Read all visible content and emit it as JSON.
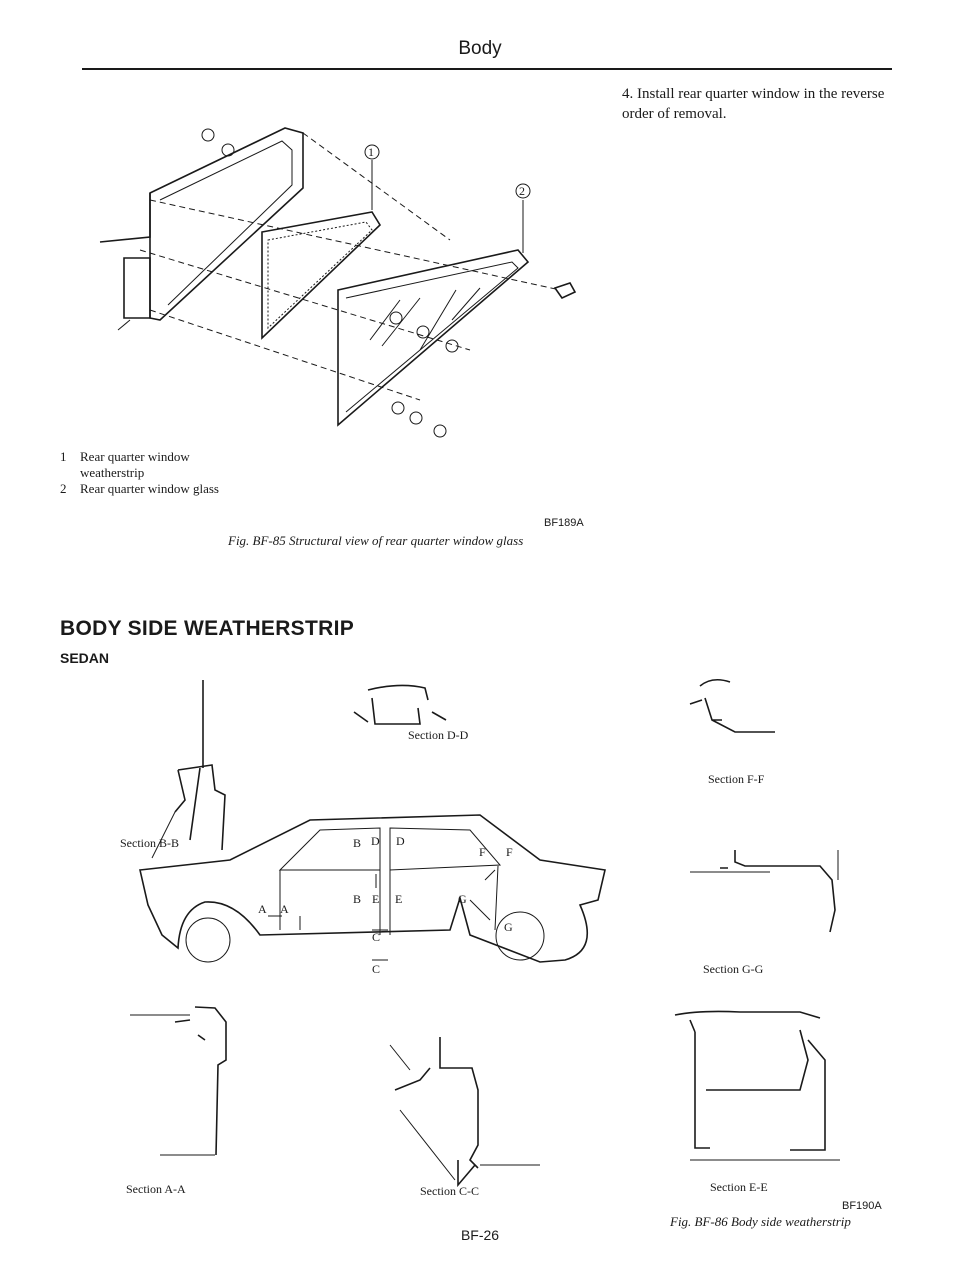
{
  "header": {
    "title": "Body"
  },
  "step": {
    "number": "4.",
    "text": "Install rear quarter window in the reverse order of removal."
  },
  "figure1": {
    "callouts": [
      "1",
      "2"
    ],
    "legend": [
      {
        "num": "1",
        "text": "Rear quarter window weatherstrip"
      },
      {
        "num": "2",
        "text": "Rear quarter window glass"
      }
    ],
    "code": "BF189A",
    "caption": "Fig. BF-85 Structural view of rear quarter window glass"
  },
  "section": {
    "heading": "BODY SIDE WEATHERSTRIP",
    "subheading": "SEDAN"
  },
  "figure2": {
    "sections": {
      "bb": "Section B-B",
      "dd": "Section D-D",
      "ff": "Section F-F",
      "gg": "Section G-G",
      "aa": "Section A-A",
      "cc": "Section C-C",
      "ee": "Section E-E"
    },
    "car_letters": {
      "a1": "A",
      "a2": "A",
      "b1": "B",
      "b2": "B",
      "c1": "C",
      "c2": "C",
      "d1": "D",
      "d2": "D",
      "e1": "E",
      "e2": "E",
      "f1": "F",
      "f2": "F",
      "g1": "G",
      "g2": "G"
    },
    "code": "BF190A",
    "caption": "Fig. BF-86 Body side weatherstrip"
  },
  "footer": {
    "page": "BF-26"
  }
}
